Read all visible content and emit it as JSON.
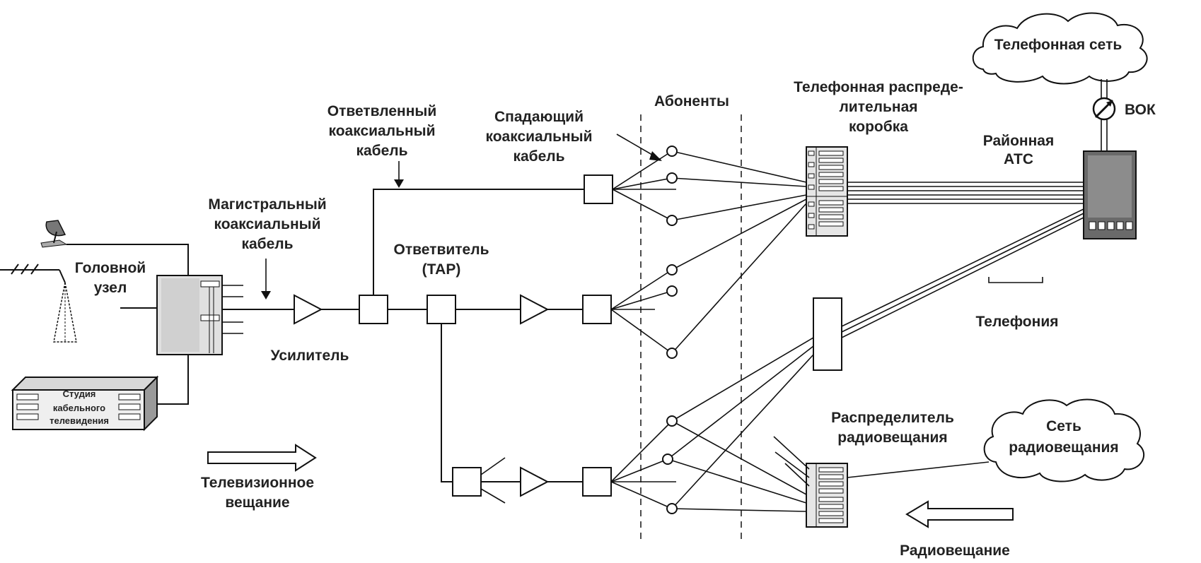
{
  "labels": {
    "telephone_network": "Телефонная сеть",
    "vok": "ВОК",
    "district_ats": [
      "Районная",
      "АТС"
    ],
    "tel_distribution_box": [
      "Телефонная распреде-",
      "лительная",
      "коробка"
    ],
    "subscribers": "Абоненты",
    "branched_cable": [
      "Ответвленный",
      "коаксиальный",
      "кабель"
    ],
    "drop_cable": [
      "Спадающий",
      "коаксиальный",
      "кабель"
    ],
    "trunk_cable": [
      "Магистральный",
      "коаксиальный",
      "кабель"
    ],
    "head_node": [
      "Головной",
      "узел"
    ],
    "tap": [
      "Ответвитель",
      "(ТАР)"
    ],
    "amplifier": "Усилитель",
    "studio": [
      "Студия",
      "кабельного",
      "телевидения"
    ],
    "tv_broadcast": [
      "Телевизионное",
      "вещание"
    ],
    "telephony": "Телефония",
    "radio_distributor": [
      "Распределитель",
      "радиовещания"
    ],
    "radio_network": [
      "Сеть",
      "радиовещания"
    ],
    "radio_broadcast": "Радиовещание"
  }
}
